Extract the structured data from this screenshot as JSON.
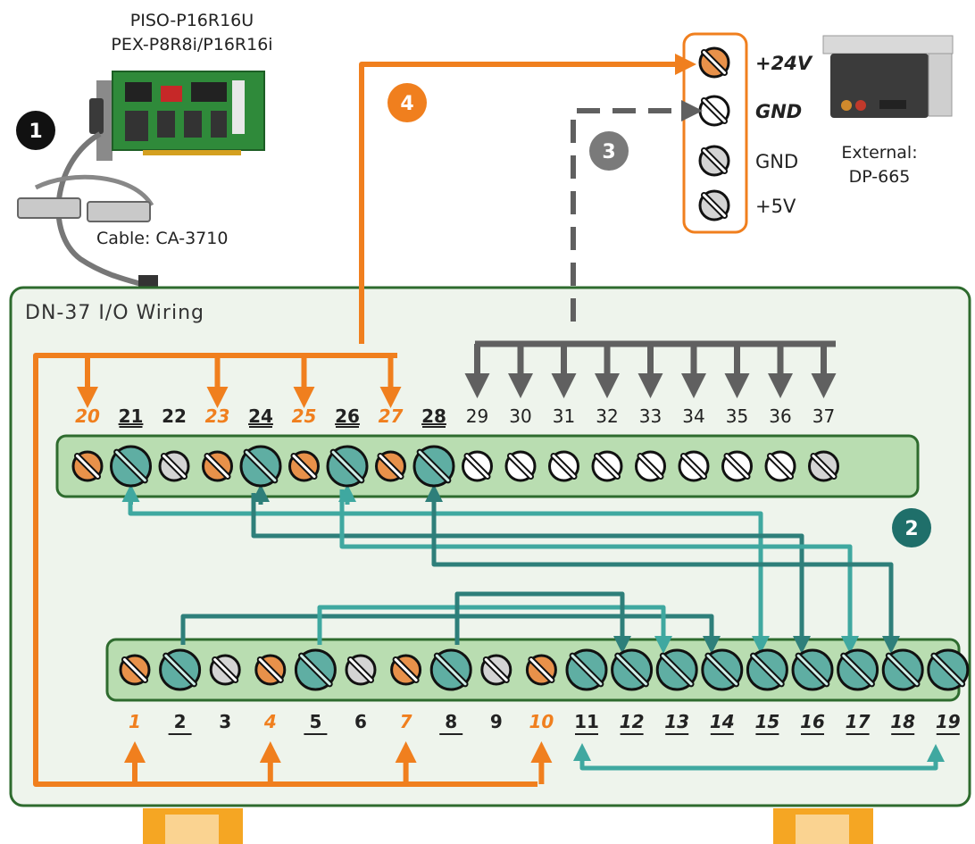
{
  "card": {
    "model_line1": "PISO-P16R16U",
    "model_line2": "PEX-P8R8i/P16R16i",
    "cable_label": "Cable: CA-3710"
  },
  "power": {
    "terminals": [
      "+24V",
      "GND",
      "GND",
      "+5V"
    ],
    "external_label_line1": "External:",
    "external_label_line2": "DP-665"
  },
  "board": {
    "title": "DN-37 I/O Wiring"
  },
  "steps": [
    "1",
    "2",
    "3",
    "4"
  ],
  "top_pins": [
    "20",
    "21",
    "22",
    "23",
    "24",
    "25",
    "26",
    "27",
    "28",
    "29",
    "30",
    "31",
    "32",
    "33",
    "34",
    "35",
    "36",
    "37"
  ],
  "top_pin_types": [
    "orange",
    "teal",
    "gray",
    "orange",
    "teal",
    "orange",
    "teal",
    "orange",
    "teal",
    "white",
    "white",
    "white",
    "white",
    "white",
    "white",
    "white",
    "white",
    "gray"
  ],
  "bottom_pins": [
    "1",
    "2",
    "3",
    "4",
    "5",
    "6",
    "7",
    "8",
    "9",
    "10",
    "11",
    "12",
    "13",
    "14",
    "15",
    "16",
    "17",
    "18",
    "19"
  ],
  "bottom_pin_types": [
    "orange",
    "teal",
    "gray",
    "orange",
    "teal",
    "gray",
    "orange",
    "teal",
    "gray",
    "orange",
    "teal",
    "teal",
    "teal",
    "teal",
    "teal",
    "teal",
    "teal",
    "teal",
    "teal"
  ],
  "colors": {
    "orange": "#F07F1E",
    "teal": "#3FA8A0",
    "teal_dark": "#2E7F7A",
    "gray": "#606060",
    "board_fill": "#EEF4EC",
    "board_border": "#2E6B2E",
    "strip_fill": "#B9DDB1"
  }
}
